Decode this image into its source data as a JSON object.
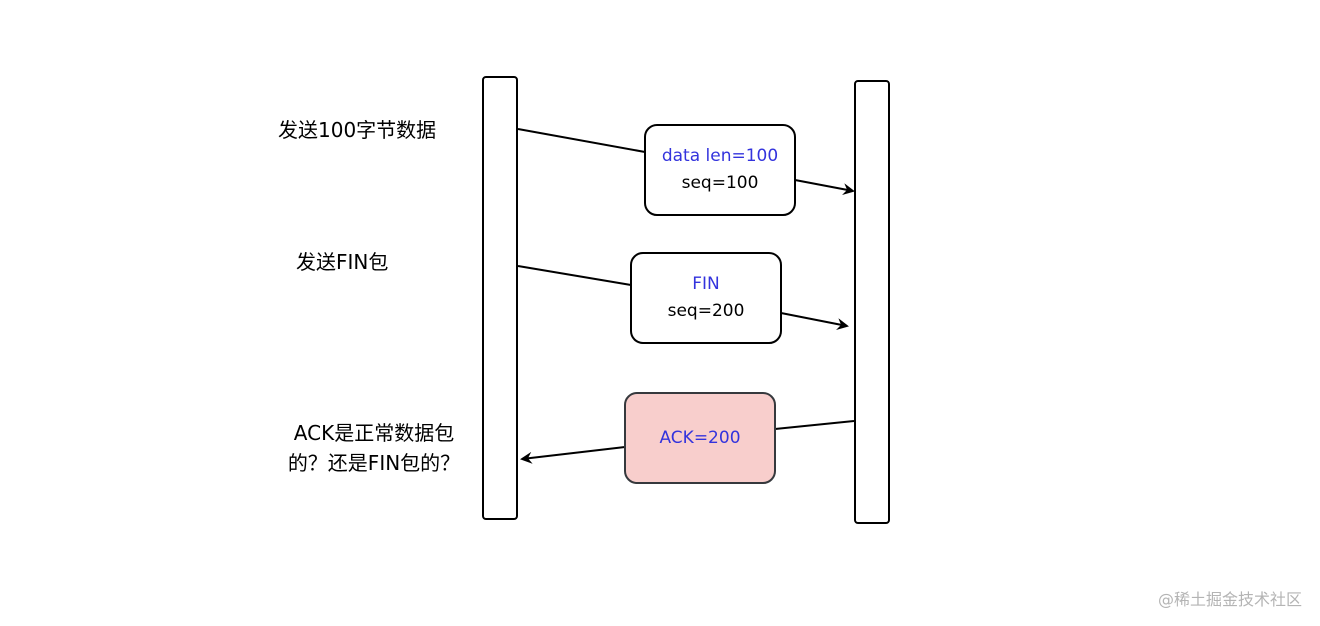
{
  "diagram": {
    "type": "sequence",
    "participants": [
      {
        "id": "left",
        "label": ""
      },
      {
        "id": "right",
        "label": ""
      }
    ],
    "annotations": {
      "send_data": "发送100字节数据",
      "send_fin": "发送FIN包",
      "question": "ACK是正常数据包的？还是FIN包的？"
    },
    "messages": [
      {
        "id": "data",
        "from": "left",
        "to": "right",
        "line1": "data len=100",
        "line2": "seq=100",
        "fill": "#ffffff"
      },
      {
        "id": "fin",
        "from": "left",
        "to": "right",
        "line1": "FIN",
        "line2": "seq=200",
        "fill": "#ffffff"
      },
      {
        "id": "ack",
        "from": "right",
        "to": "left",
        "line1": "ACK=200",
        "fill": "#f8cecc"
      }
    ],
    "colors": {
      "highlight_text": "#3333dd",
      "ack_fill": "#f8cecc",
      "stroke": "#000000"
    }
  },
  "watermark": "@稀土掘金技术社区"
}
